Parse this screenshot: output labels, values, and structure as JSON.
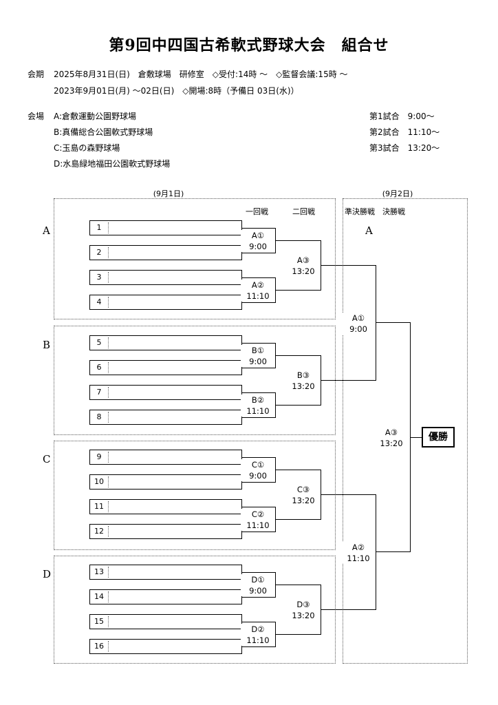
{
  "title": "第9回中四国古希軟式野球大会　組合せ",
  "schedule": {
    "label": "会期",
    "line1": "2025年8月31日(日)　倉敷球場　研修室　◇受付:14時 ～　◇監督会議:15時 ～",
    "line2": "2023年9月01日(月) ～02日(日)　◇開場:8時（予備日 03日(水)）"
  },
  "venues": {
    "label": "会場",
    "items": [
      "A:倉敷運動公園野球場",
      "B:真備総合公園軟式野球場",
      "C:玉島の森野球場",
      "D:水島緑地福田公園軟式野球場"
    ]
  },
  "games": [
    "第1試合　9:00～",
    "第2試合　11:10～",
    "第3試合　13:20～"
  ],
  "bracket": {
    "day1": "(9月1日)",
    "day2": "(9月2日)",
    "round1": "一回戦",
    "round2": "二回戦",
    "semi": "準決勝戦",
    "final": "決勝戦",
    "final_venue": "A",
    "champion": "優勝",
    "groups": [
      {
        "name": "A",
        "teams": [
          "1",
          "2",
          "3",
          "4"
        ],
        "r1": [
          {
            "code": "A①",
            "time": "9:00"
          },
          {
            "code": "A②",
            "time": "11:10"
          }
        ],
        "r2": {
          "code": "A③",
          "time": "13:20"
        }
      },
      {
        "name": "B",
        "teams": [
          "5",
          "6",
          "7",
          "8"
        ],
        "r1": [
          {
            "code": "B①",
            "time": "9:00"
          },
          {
            "code": "B②",
            "time": "11:10"
          }
        ],
        "r2": {
          "code": "B③",
          "time": "13:20"
        }
      },
      {
        "name": "C",
        "teams": [
          "9",
          "10",
          "11",
          "12"
        ],
        "r1": [
          {
            "code": "C①",
            "time": "9:00"
          },
          {
            "code": "C②",
            "time": "11:10"
          }
        ],
        "r2": {
          "code": "C③",
          "time": "13:20"
        }
      },
      {
        "name": "D",
        "teams": [
          "13",
          "14",
          "15",
          "16"
        ],
        "r1": [
          {
            "code": "D①",
            "time": "9:00"
          },
          {
            "code": "D②",
            "time": "11:10"
          }
        ],
        "r2": {
          "code": "D③",
          "time": "13:20"
        }
      }
    ],
    "semis": [
      {
        "code": "A①",
        "time": "9:00"
      },
      {
        "code": "A②",
        "time": "11:10"
      }
    ],
    "final_match": {
      "code": "A③",
      "time": "13:20"
    }
  }
}
